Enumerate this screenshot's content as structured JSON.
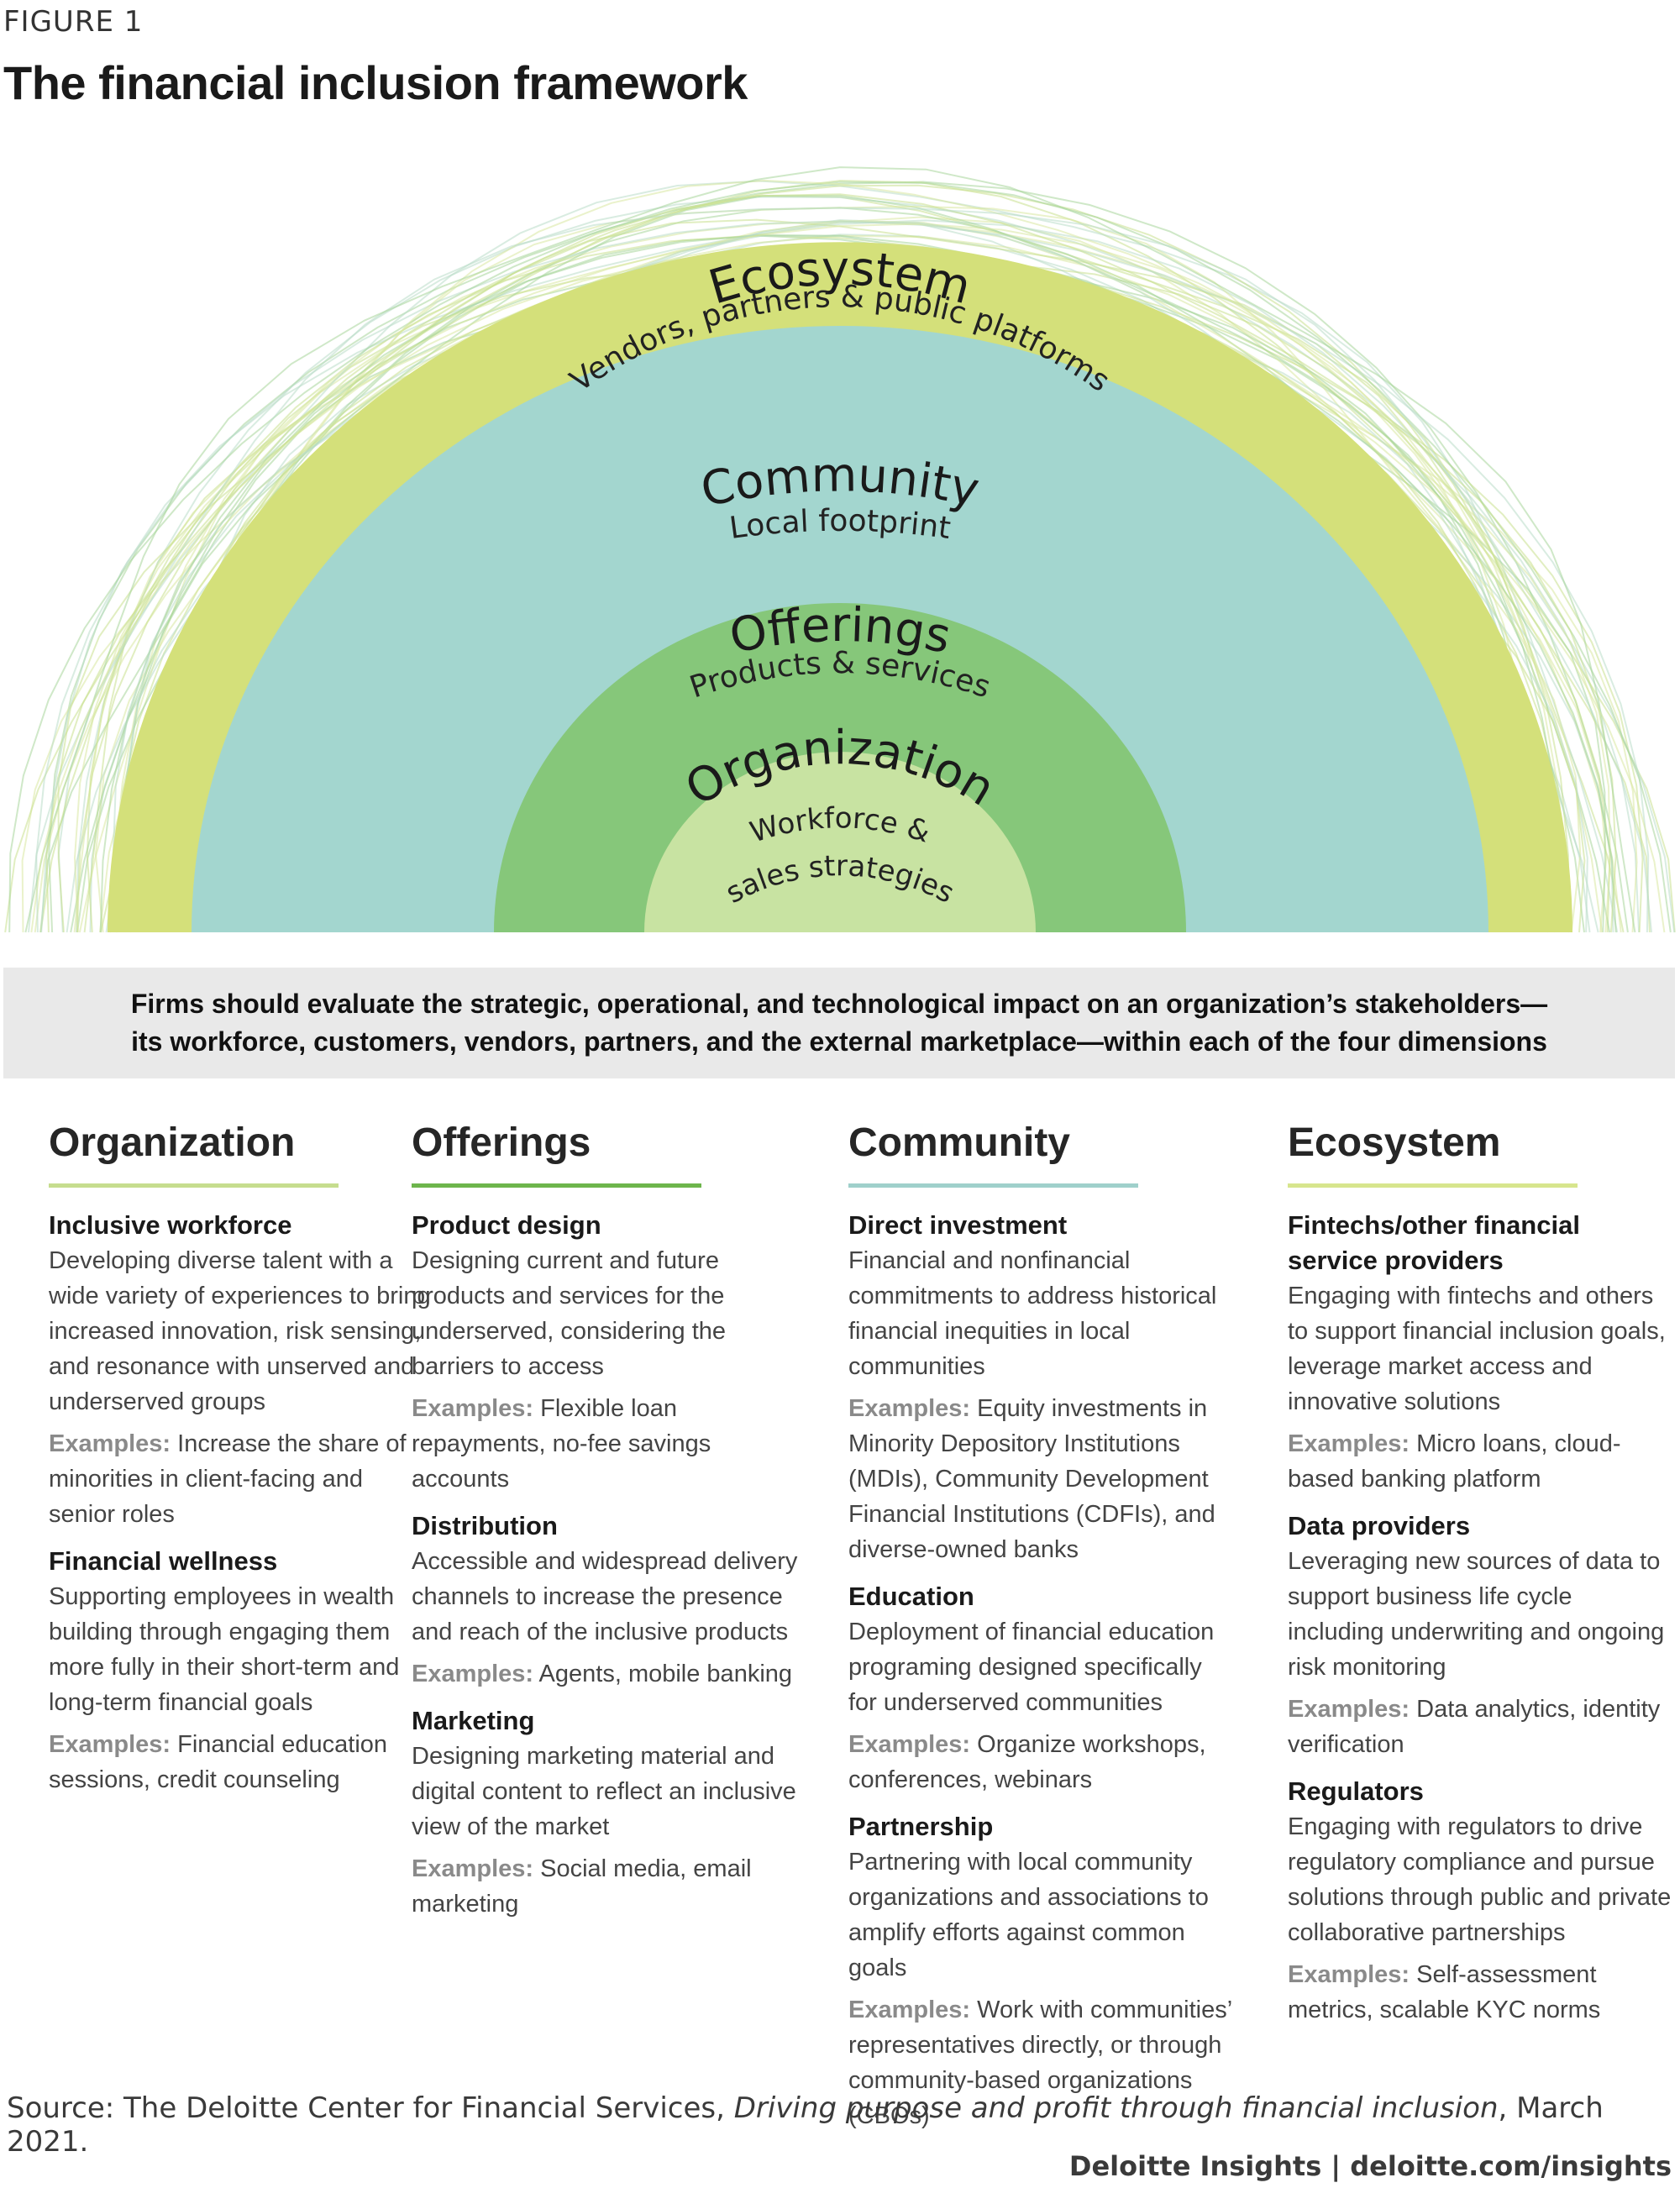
{
  "figure_label": "FIGURE 1",
  "title": "The financial inclusion framework",
  "colors": {
    "ecosystem": "#d4e07a",
    "community": "#a3d6cf",
    "offerings": "#86c77a",
    "organization": "#c8e3a2",
    "rule_organization": "#c6dd8e",
    "rule_offerings": "#6db54c",
    "rule_community": "#9fd0cb",
    "rule_ecosystem": "#d7e58d"
  },
  "rings": {
    "ecosystem": {
      "name": "Ecosystem",
      "sub": "Vendors, partners & public platforms"
    },
    "community": {
      "name": "Community",
      "sub": "Local footprint"
    },
    "offerings": {
      "name": "Offerings",
      "sub": "Products & services"
    },
    "organization": {
      "name": "Organization",
      "sub1": "Workforce &",
      "sub2": "sales strategies"
    }
  },
  "banner": "Firms should evaluate the strategic, operational, and technological impact on an organization’s stakeholders—its workforce, customers, vendors, partners, and the external marketplace—within each of the four dimensions",
  "examples_label": "Examples:",
  "columns": [
    {
      "heading": "Organization",
      "items": [
        {
          "title": "Inclusive workforce",
          "desc": "Developing diverse talent with a wide variety of experiences to bring increased innovation, risk sensing, and resonance with unserved and underserved groups",
          "examples": "Increase the share of minorities in client-facing and senior roles"
        },
        {
          "title": "Financial wellness",
          "desc": "Supporting employees in wealth building through engaging them more fully in their short-term and long-term financial goals",
          "examples": "Financial education sessions, credit counseling"
        }
      ]
    },
    {
      "heading": "Offerings",
      "items": [
        {
          "title": "Product design",
          "desc": "Designing current and future products and services for the underserved, considering the barriers to access",
          "examples": "Flexible loan repayments, no-fee savings accounts"
        },
        {
          "title": "Distribution",
          "desc": "Accessible and widespread delivery channels to increase the presence and reach of the inclusive products",
          "examples": "Agents, mobile banking"
        },
        {
          "title": "Marketing",
          "desc": "Designing marketing material and digital content to reflect an inclusive view of the market",
          "examples": "Social media, email marketing"
        }
      ]
    },
    {
      "heading": "Community",
      "items": [
        {
          "title": "Direct investment",
          "desc": "Financial and nonfinancial commitments to address historical financial inequities in local communities",
          "examples": "Equity investments in Minority Depository Institutions (MDIs), Community Development Financial Institutions (CDFIs), and diverse-owned banks"
        },
        {
          "title": "Education",
          "desc": "Deployment of financial education programing designed specifically for underserved communities",
          "examples": "Organize workshops, conferences, webinars"
        },
        {
          "title": "Partnership",
          "desc": "Partnering with local community organizations and associations to amplify efforts against common goals",
          "examples": "Work with communities’ representatives directly, or through community-based organizations (CBOs)"
        }
      ]
    },
    {
      "heading": "Ecosystem",
      "items": [
        {
          "title": "Fintechs/other financial service providers",
          "desc": "Engaging with fintechs and others to support financial inclusion goals, leverage market access and innovative solutions",
          "examples": "Micro loans, cloud-based banking platform"
        },
        {
          "title": "Data providers",
          "desc": "Leveraging new sources of data to support business life cycle including underwriting and ongoing risk monitoring",
          "examples": "Data analytics, identity verification"
        },
        {
          "title": "Regulators",
          "desc": "Engaging with regulators to drive regulatory compliance and pursue solutions through public and private collaborative partnerships",
          "examples": "Self-assessment metrics, scalable KYC norms"
        }
      ]
    }
  ],
  "source": {
    "prefix": "Source: The Deloitte Center for Financial Services, ",
    "title": "Driving purpose and profit through financial inclusion",
    "suffix": ", March 2021."
  },
  "credit": "Deloitte Insights | deloitte.com/insights"
}
